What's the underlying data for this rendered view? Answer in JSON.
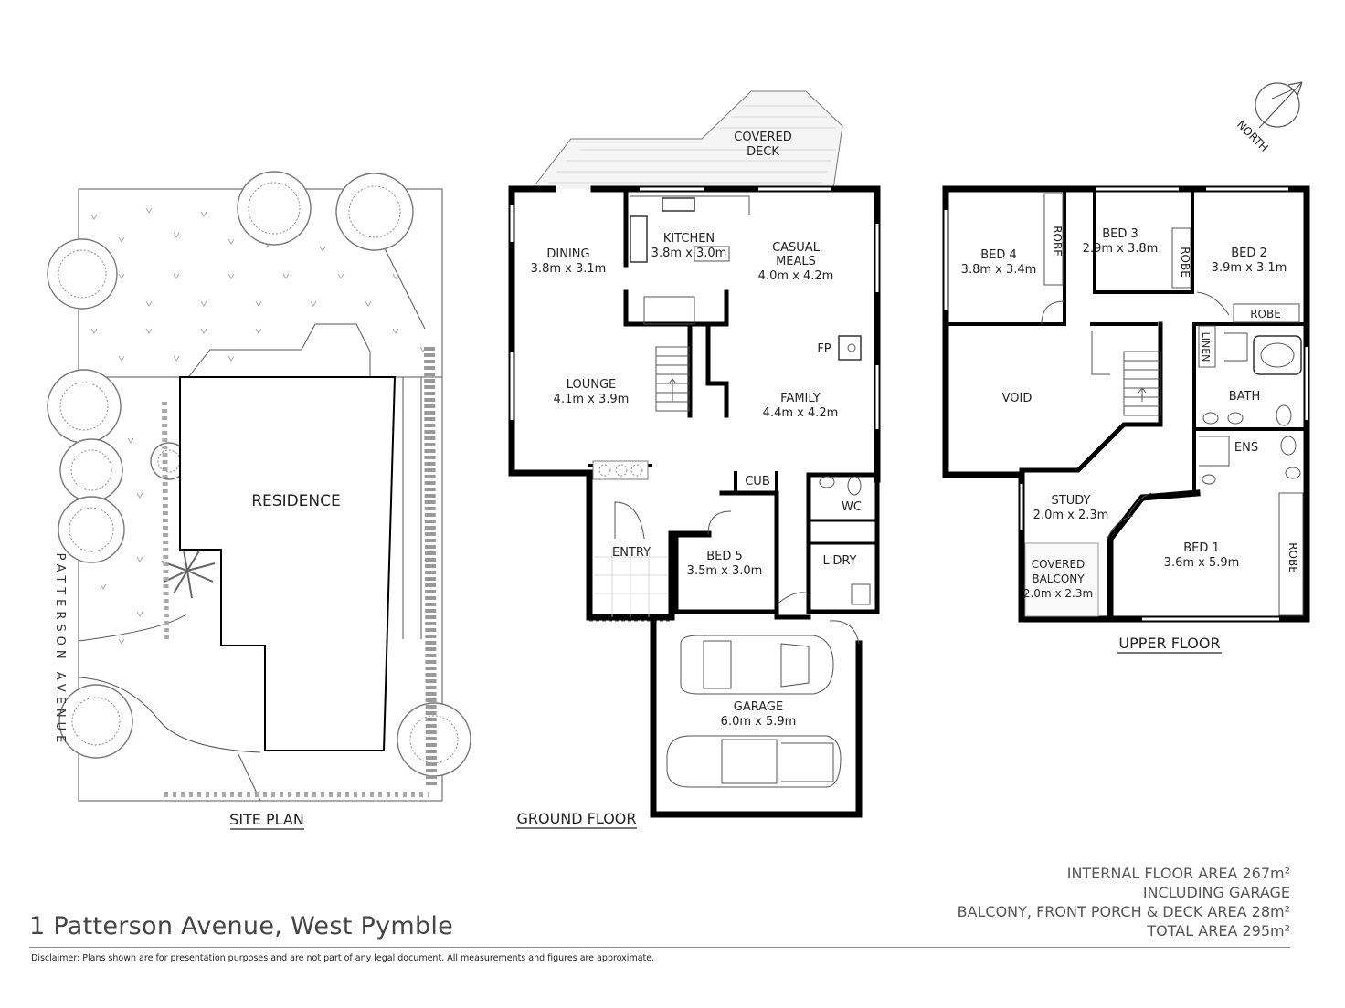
{
  "site_plan": {
    "title": "SITE PLAN",
    "street": "PATTERSON AVENUE",
    "residence_label": "RESIDENCE"
  },
  "ground_floor": {
    "title": "GROUND FLOOR",
    "rooms": {
      "covered_deck": [
        "COVERED",
        "DECK"
      ],
      "dining": [
        "DINING",
        "3.8m x 3.1m"
      ],
      "kitchen": [
        "KITCHEN",
        "3.8m x 3.0m"
      ],
      "casual_meals": [
        "CASUAL",
        "MEALS",
        "4.0m x 4.2m"
      ],
      "fp": "FP",
      "lounge": [
        "LOUNGE",
        "4.1m x 3.9m"
      ],
      "family": [
        "FAMILY",
        "4.4m x 4.2m"
      ],
      "cub": "CUB",
      "wc": "WC",
      "entry": "ENTRY",
      "bed5": [
        "BED 5",
        "3.5m x 3.0m"
      ],
      "ldry": "L'DRY",
      "garage": [
        "GARAGE",
        "6.0m x 5.9m"
      ]
    }
  },
  "upper_floor": {
    "title": "UPPER FLOOR",
    "rooms": {
      "bed4": [
        "BED 4",
        "3.8m x 3.4m"
      ],
      "bed3": [
        "BED 3",
        "2.9m x 3.8m"
      ],
      "bed2": [
        "BED 2",
        "3.9m x 3.1m"
      ],
      "robe": "ROBE",
      "linen": "LINEN",
      "void": "VOID",
      "bath": "BATH",
      "ens": "ENS",
      "study": [
        "STUDY",
        "2.0m x 2.3m"
      ],
      "covered_balcony": [
        "COVERED",
        "BALCONY",
        "2.0m x 2.3m"
      ],
      "bed1": [
        "BED 1",
        "3.6m x 5.9m"
      ]
    }
  },
  "north_label": "NORTH",
  "address": "1 Patterson Avenue, West Pymble",
  "areas": [
    "INTERNAL FLOOR AREA 267m²",
    "INCLUDING GARAGE",
    "BALCONY, FRONT PORCH & DECK AREA 28m²",
    "TOTAL AREA 295m²"
  ],
  "disclaimer": "Disclaimer: Plans shown are for presentation purposes and are not part of any legal document. All measurements and figures are approximate."
}
